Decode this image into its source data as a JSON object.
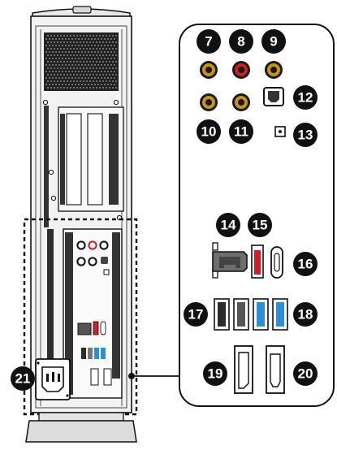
{
  "figure": {
    "colors": {
      "outline": "#111111",
      "tower_fill": "#f2f2f2",
      "panel_fill": "#ffffff",
      "mesh": "#222222",
      "jack_ring": "#1a1a1a",
      "jack_yellow": "#c8951a",
      "jack_red": "#cc1f1f",
      "usb_black": "#2b2b2b",
      "usb_gray": "#9a9a9a",
      "usb_blue": "#2f8fd6",
      "usb_red": "#d51d2a",
      "callout_fill": "#111111",
      "callout_text": "#ffffff"
    },
    "callouts": [
      {
        "id": "c7",
        "label": "7",
        "target": "audio-jack-7"
      },
      {
        "id": "c8",
        "label": "8",
        "target": "audio-jack-8"
      },
      {
        "id": "c9",
        "label": "9",
        "target": "audio-jack-9"
      },
      {
        "id": "c10",
        "label": "10",
        "target": "audio-jack-10"
      },
      {
        "id": "c11",
        "label": "11",
        "target": "audio-jack-11"
      },
      {
        "id": "c12",
        "label": "12",
        "target": "optical-spdif-port"
      },
      {
        "id": "c13",
        "label": "13",
        "target": "clear-cmos-button"
      },
      {
        "id": "c14",
        "label": "14",
        "target": "lan-port"
      },
      {
        "id": "c15",
        "label": "15",
        "target": "usb-a-red-port"
      },
      {
        "id": "c16",
        "label": "16",
        "target": "usb-c-port"
      },
      {
        "id": "c17",
        "label": "17",
        "target": "usb-a-black-ports"
      },
      {
        "id": "c18",
        "label": "18",
        "target": "usb-a-blue-ports"
      },
      {
        "id": "c19",
        "label": "19",
        "target": "displayport"
      },
      {
        "id": "c20",
        "label": "20",
        "target": "hdmi-port"
      },
      {
        "id": "c21",
        "label": "21",
        "target": "power-inlet"
      }
    ]
  }
}
